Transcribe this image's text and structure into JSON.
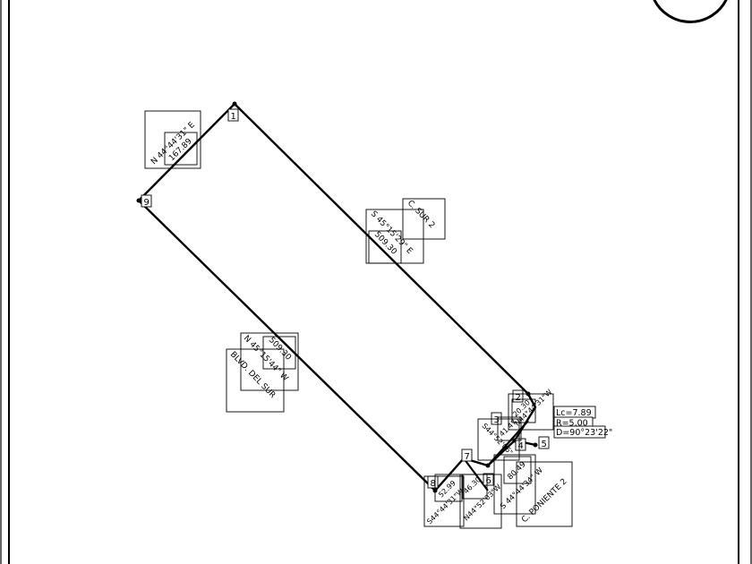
{
  "vertices": [
    "1",
    "2",
    "3",
    "4",
    "5",
    "6",
    "7",
    "8",
    "9"
  ],
  "labels": {
    "bearing_1_2": "N 44°44'31\" E",
    "dist_1_2": "167.89",
    "bearing_2_3": "S 45°15'29\" E",
    "dist_2_3": "509.30",
    "street_north": "C. SUR 2",
    "bearing_9_8": "N 45°15'44\" W",
    "dist_9_8": "509.30",
    "street_south": "BLVD. DEL SUR",
    "bearing_sw_1": "S44°44'31\"W",
    "dist_sw_1": "52.99",
    "bearing_sw_2": "N44°52'03\"W",
    "dist_sw_2": "46.30",
    "bearing_se_1": "S 44°44'34\" W",
    "dist_se_1": "80.49",
    "street_east": "C. PONIENTE 2",
    "bearing_3_4": "S44°52'06\"",
    "dist_3_4": "41.47",
    "bearing_2_x": "N44°44'31\"W",
    "dist_2_x": "20.30",
    "curve_lc": "Lc=7.89",
    "curve_r": "R=5.00",
    "curve_d": "D=90°23'22\""
  }
}
